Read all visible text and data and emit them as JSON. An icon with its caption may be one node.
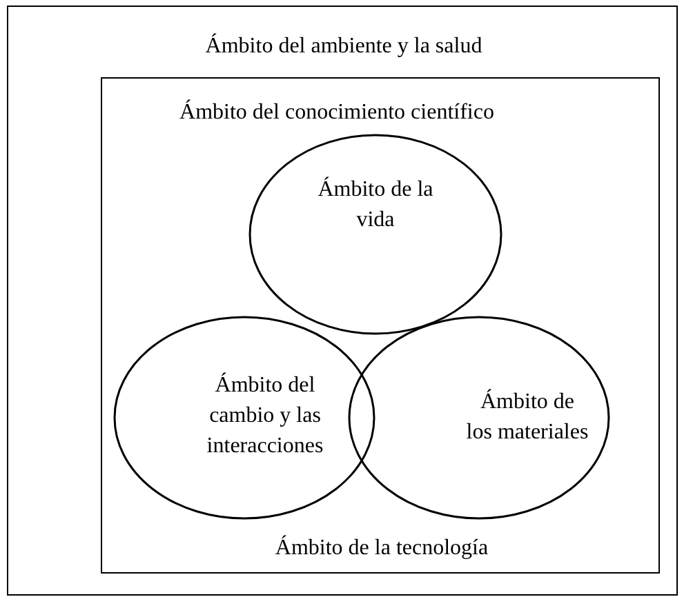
{
  "diagram": {
    "nodes": [
      {
        "text": [
          "Ámbito del ambiente y la salud"
        ]
      },
      {
        "text": [
          "Ámbito del conocimiento científico",
          "Ámbito de la tecnología"
        ],
        "in": 0
      },
      {
        "text": [
          "Ámbito de la vida"
        ],
        "in": 1
      },
      {
        "text": [
          "Ámbito del cambio y las interacciones"
        ],
        "in": 1
      },
      {
        "text": [
          "Ámbito de los materiales"
        ],
        "in": 1
      }
    ]
  }
}
